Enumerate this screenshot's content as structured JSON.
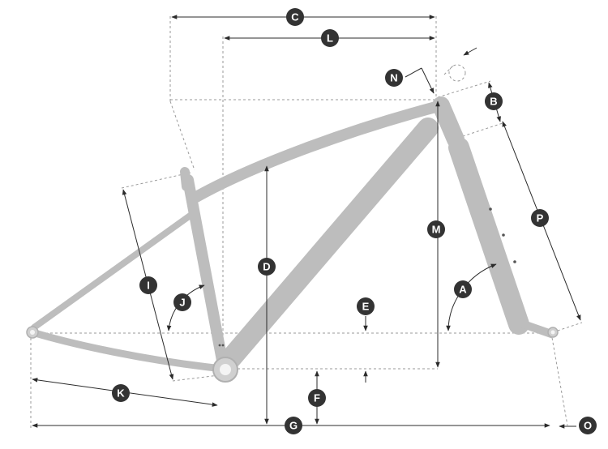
{
  "labels": {
    "A": "A",
    "B": "B",
    "C": "C",
    "D": "D",
    "E": "E",
    "F": "F",
    "G": "G",
    "I": "I",
    "J": "J",
    "K": "K",
    "L": "L",
    "M": "M",
    "N": "N",
    "O": "O",
    "P": "P"
  },
  "colors": {
    "frame": "#bdbdbd",
    "frame_shade": "#a8a8a8",
    "badge": "#333333",
    "badge_text": "#ffffff",
    "dimension_line": "#2b2b2b",
    "guide_line": "#9a9a9a"
  }
}
